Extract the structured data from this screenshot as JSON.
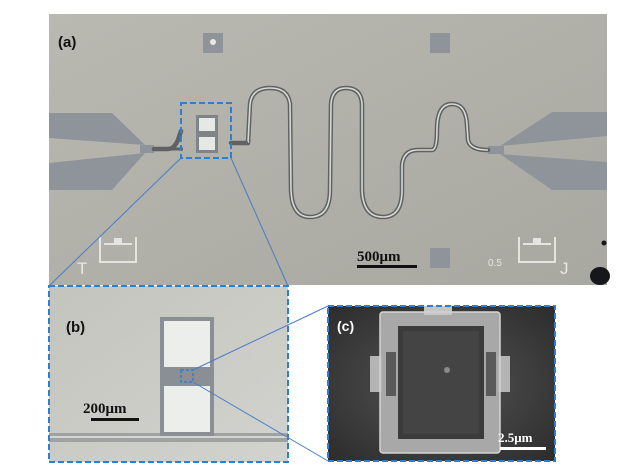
{
  "panels": {
    "a": {
      "label": "(a)",
      "scale_bar": "500μm",
      "corner_mark_left": "T",
      "corner_mark_right": "J",
      "small_number": "0.5"
    },
    "b": {
      "label": "(b)",
      "scale_bar": "200μm"
    },
    "c": {
      "label": "(c)",
      "scale_bar": "2.5μm"
    }
  },
  "colors": {
    "substrate": "#b3b2ab",
    "substrate_b": "#c9cac4",
    "metal_pad": "#8f939a",
    "highlight_box": "#2f7fd0",
    "sem_background": "#3a3a3a",
    "sem_film": "#a9a9a9"
  }
}
